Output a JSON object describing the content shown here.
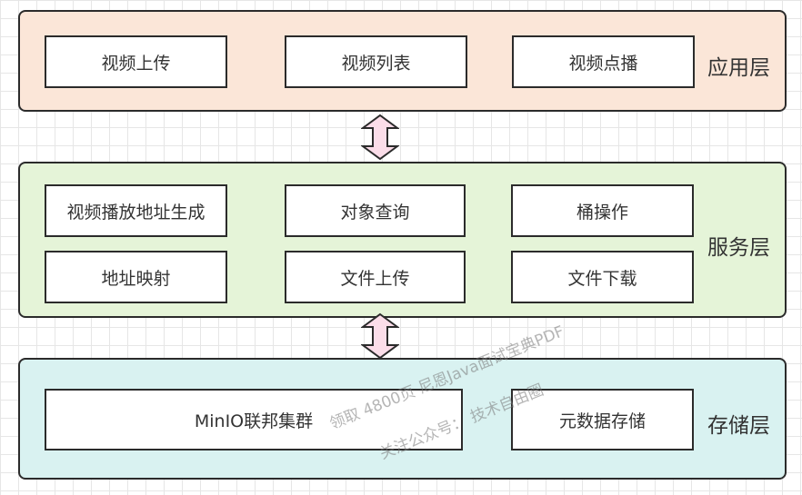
{
  "application_layer": {
    "label": "应用层",
    "modules": [
      "视频上传",
      "视频列表",
      "视频点播"
    ]
  },
  "service_layer": {
    "label": "服务层",
    "modules": [
      "视频播放地址生成",
      "对象查询",
      "桶操作",
      "地址映射",
      "文件上传",
      "文件下载"
    ]
  },
  "storage_layer": {
    "label": "存储层",
    "modules": [
      "MinIO联邦集群",
      "元数据存储"
    ]
  },
  "watermark": {
    "line1": "领取 4800页 尼恩Java面试宝典PDF",
    "line2": "关注公众号：  技术自由圈"
  },
  "colors": {
    "application_fill": "#fbe6d8",
    "service_fill": "#e5f4d8",
    "storage_fill": "#d9f2f1",
    "arrow_fill": "#fbdde9"
  }
}
